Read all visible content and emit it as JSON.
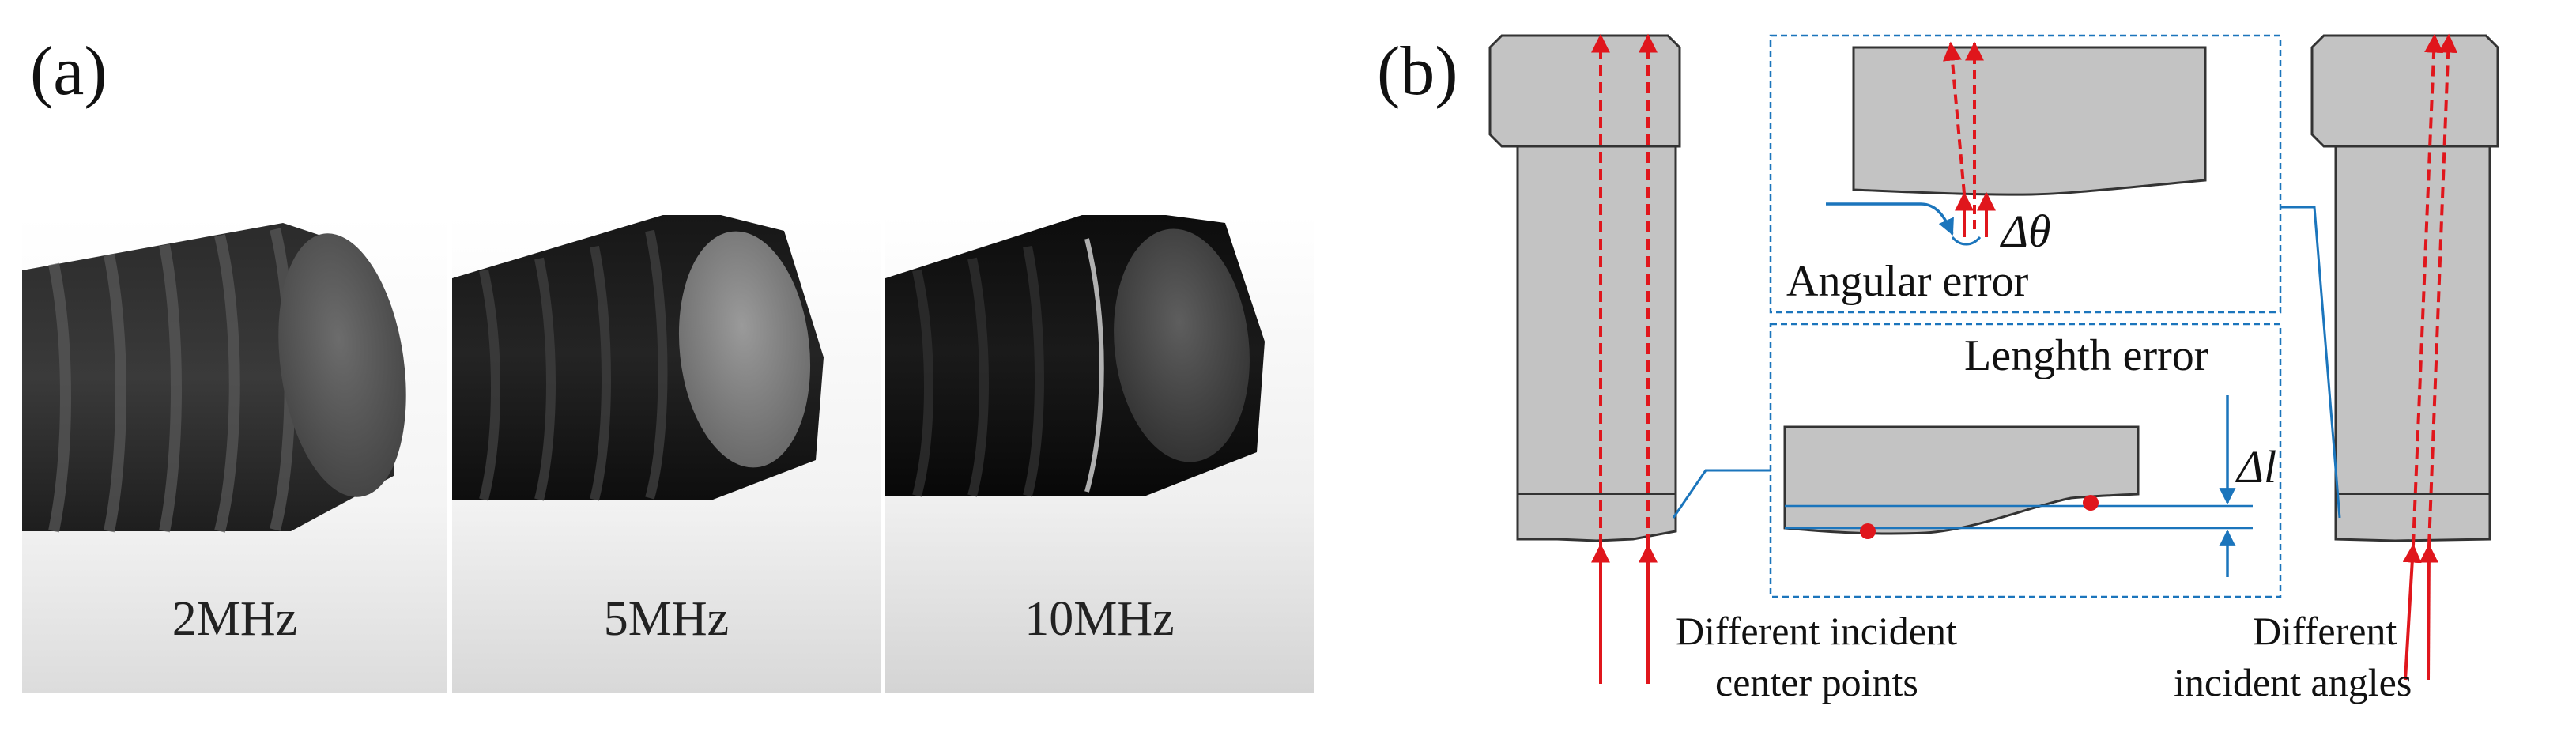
{
  "panel_a": {
    "label": "(a)",
    "photos": [
      {
        "freq_label": "2MHz"
      },
      {
        "freq_label": "5MHz"
      },
      {
        "freq_label": "10MHz"
      }
    ]
  },
  "panel_b": {
    "label": "(b)",
    "angular_error_label": "Angular error",
    "delta_theta_symbol": "Δθ",
    "length_error_label": "Lenghth error",
    "delta_l_symbol": "Δl",
    "caption_left": [
      "Different incident",
      "center points"
    ],
    "caption_right": [
      "Different",
      "incident angles"
    ]
  },
  "colors": {
    "bolt_fill": "#c3c3c3",
    "bolt_stroke": "#333333",
    "ray": "#e0161c",
    "annotation": "#1b75bc"
  }
}
